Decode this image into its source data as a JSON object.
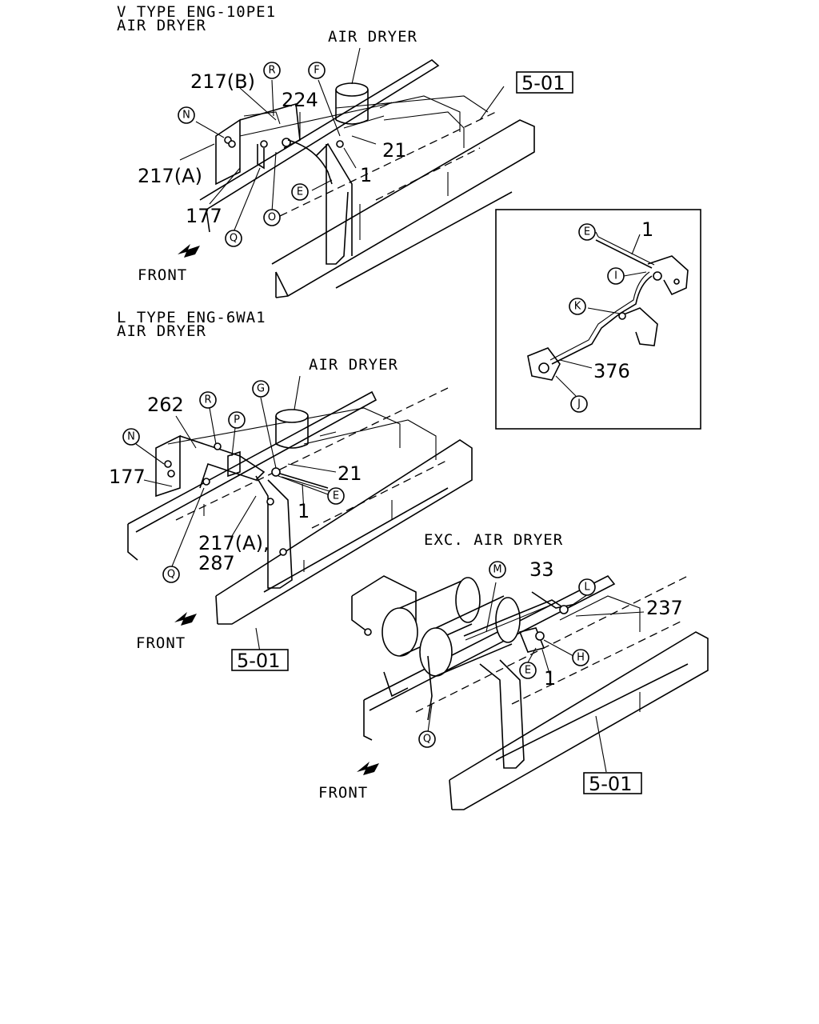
{
  "sections": {
    "v_type": {
      "title_line1": "V TYPE ENG-10PE1",
      "title_line2": "AIR DRYER",
      "air_dryer_label": "AIR DRYER",
      "ref_box": "5-01",
      "front_label": "FRONT",
      "part_numbers": [
        "217(B)",
        "224",
        "217(A)",
        "177",
        "21",
        "1"
      ],
      "circle_labels": [
        "R",
        "F",
        "N",
        "E",
        "O",
        "Q"
      ]
    },
    "inset": {
      "part_numbers": [
        "1",
        "376"
      ],
      "circle_labels": [
        "E",
        "I",
        "K",
        "J"
      ]
    },
    "l_type": {
      "title_line1": "L TYPE ENG-6WA1",
      "title_line2": "AIR DRYER",
      "air_dryer_label": "AIR DRYER",
      "ref_box": "5-01",
      "front_label": "FRONT",
      "part_numbers": [
        "262",
        "177",
        "21",
        "1",
        "217(A),",
        "287"
      ],
      "circle_labels": [
        "R",
        "G",
        "P",
        "N",
        "E",
        "Q"
      ]
    },
    "exc": {
      "title": "EXC. AIR DRYER",
      "ref_box": "5-01",
      "front_label": "FRONT",
      "part_numbers": [
        "33",
        "237",
        "1"
      ],
      "circle_labels": [
        "M",
        "L",
        "H",
        "E",
        "Q"
      ]
    }
  }
}
